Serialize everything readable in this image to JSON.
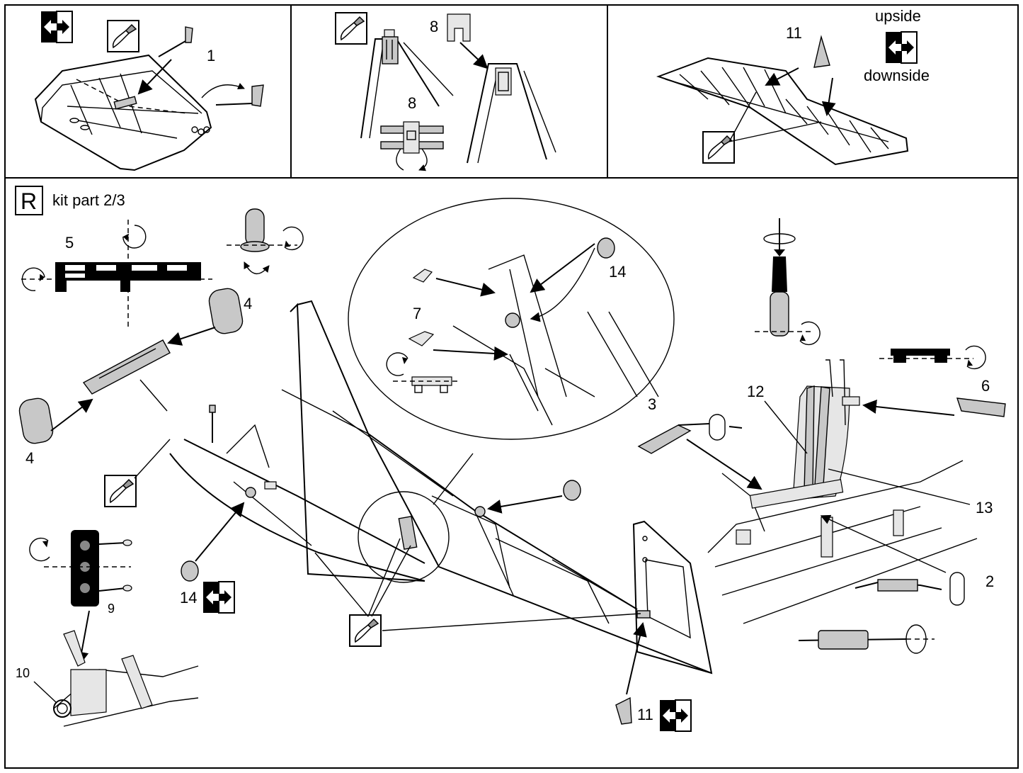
{
  "panels": {
    "top_left": {
      "part_label": "1"
    },
    "top_middle": {
      "part_label_a": "8",
      "part_label_b": "8"
    },
    "top_right": {
      "part_label": "11",
      "upside_label": "upside",
      "downside_label": "downside"
    }
  },
  "main": {
    "section_letter": "R",
    "kit_label": "kit part 2/3",
    "labels": {
      "p2": "2",
      "p3": "3",
      "p4a": "4",
      "p4b": "4",
      "p5": "5",
      "p6": "6",
      "p7": "7",
      "p9": "9",
      "p10": "10",
      "p11": "11",
      "p12": "12",
      "p13": "13",
      "p14a": "14",
      "p14b": "14"
    }
  },
  "icons": [
    "flip-icon",
    "knife-icon",
    "rotate-arrow-icon",
    "pointer-arrow-icon"
  ]
}
